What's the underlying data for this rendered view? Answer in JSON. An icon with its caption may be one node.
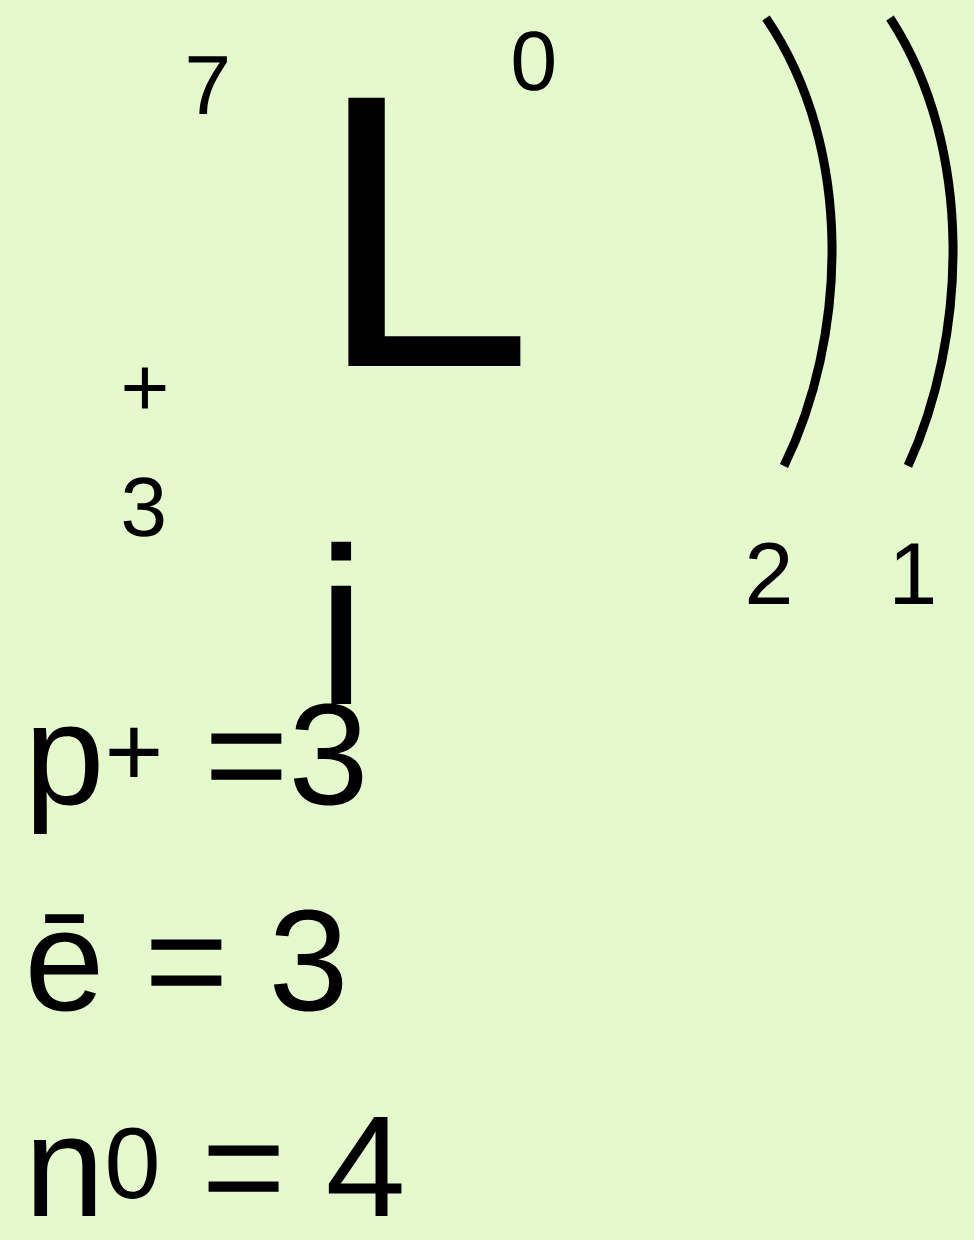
{
  "diagram": {
    "labels": [
      "7",
      "L",
      "0",
      "+",
      "3",
      "2",
      "1",
      "i",
      "p$^{+}$ =3",
      "ē = 3",
      "n$^{0}$ = 4"
    ]
  }
}
